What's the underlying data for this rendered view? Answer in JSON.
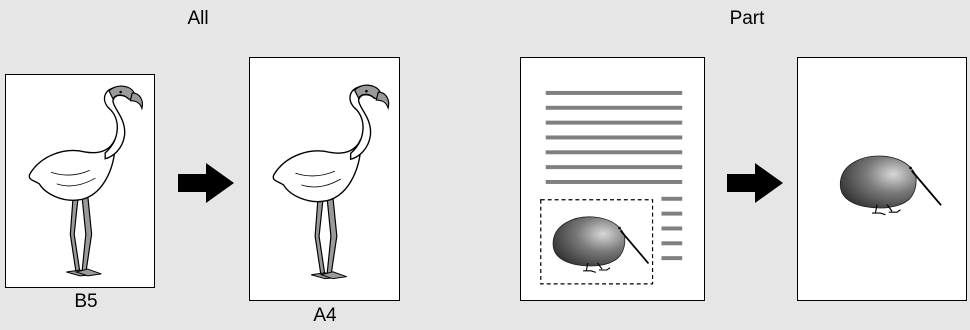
{
  "sections": {
    "all": {
      "title": "All"
    },
    "part": {
      "title": "Part"
    }
  },
  "pages": {
    "source_all": {
      "size_label": "B5"
    },
    "result_all": {
      "size_label": "A4"
    }
  },
  "colors": {
    "background": "#e6e6e6",
    "arrow": "#000000",
    "text_lines": "#808080",
    "bird_gray": "#9a9a9a",
    "kiwi_dark": "#3c3c3c"
  },
  "icons": {
    "source_all_image": "flamingo-icon",
    "result_all_image": "flamingo-icon",
    "source_part_image": "kiwi-icon",
    "result_part_image": "kiwi-icon"
  }
}
